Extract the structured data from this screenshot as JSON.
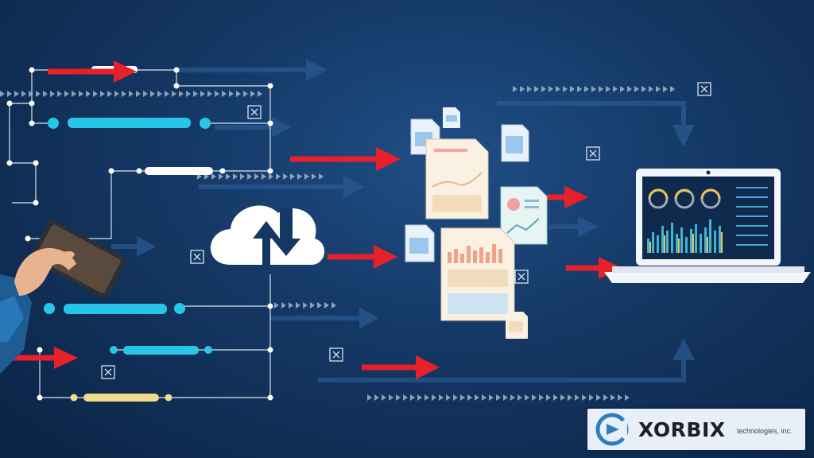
{
  "brand": {
    "name": "XORBIX",
    "tagline": "technologies, inc.",
    "accent": "#2f7ec0"
  },
  "colors": {
    "background": "#143763",
    "arrow_red": "#e8202a",
    "bar_cyan": "#27c6e8",
    "bar_yellow": "#f2dc8c",
    "line_white": "#d7e3f0"
  },
  "icons": [
    "cloud-sync-icon",
    "tablet-device",
    "laptop-dashboard",
    "document-icons",
    "close-x-icons"
  ]
}
